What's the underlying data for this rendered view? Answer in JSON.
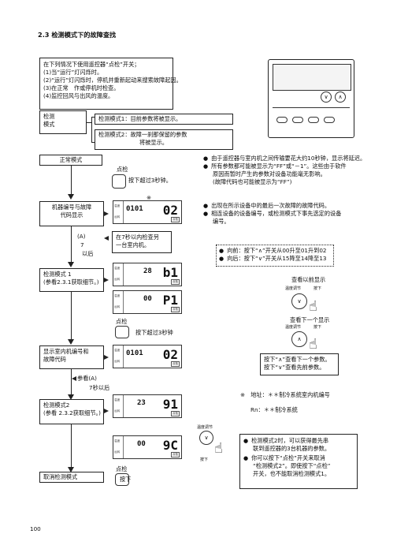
{
  "section_title": "2.3 检测模式下的故障查找",
  "intro": {
    "lines": [
      "在下列情况下使用遥控器“点检”开关；",
      "(1)当“运行”灯闪烁时。",
      "(2)“运行”灯闪烁时，停机并重新起动来搜索故障起因。",
      "(3)在正常　作或停机时检查。",
      "(4)监控回风与出风的温度。"
    ]
  },
  "detect_mode": {
    "label_line1": "检测",
    "label_line2": "模式",
    "mode1": "检测模式1：目前参数将被显示。",
    "mode2_line1": "检测模式2：故障一刹那保留的参数",
    "mode2_line2": "将被显示。"
  },
  "flow": {
    "normal": "正常模式",
    "press_inspect": "点检",
    "press_3s": "按下超过3秒钟。",
    "note_mark": "※",
    "machine_code_line1": "机器编号与故障",
    "machine_code_line2": "代码显示",
    "label_a": "(A)",
    "label_7s": "7",
    "label_after": "以后",
    "within_7s_line1": "在7秒以内检查另",
    "within_7s_line2": "一台室内机。",
    "check1_line1": "检测模式 1",
    "check1_line2": "(参看2.3.1获取细节。)",
    "press_inspect2": "点检",
    "press_3s_2": "按下超过3秒钟",
    "show_code_line1": "显示室内机编号和",
    "show_code_line2": "故障代码",
    "refer_a": "参看(A)",
    "after_7s": "7秒以后",
    "check2_line1": "检测模式2",
    "check2_line2": "(参看 2.3.2获取细节。)",
    "cancel": "取消检测模式",
    "press_inspect3": "点检",
    "press_only": "按下"
  },
  "notes": {
    "b1_line1": "由于遥控器与室内机之间传输要花大约10秒钟，显示将延迟。",
    "b2_line1": "所有参数都可能被显示为“FF”或“－1”。这些由于软件",
    "b2_line2": "原因而暂时产生的参数对设备功能毫无影响。",
    "b2_line3": "(故障代码也可能被显示为“FF”)",
    "b3": "出现在所示设备中的最后一次故障的故障代码。",
    "b4_line1": "相连设备的设备编号，或检测模式下事先选定的设备",
    "b4_line2": "编号。",
    "fwd": "向前：按下“∧”开关从00升至01升到02",
    "back": "向后：按下“∨”开关从15降至14降至13",
    "view_prev": "查看以前显示",
    "temp_adj": "温度调节",
    "press": "按下",
    "view_next": "查看下一个显示",
    "temp_adj2": "温度调节",
    "press2": "按下",
    "up_next": "按下“∧”查看下一个参数。",
    "down_prev": "按下“∨”查看先前参数。",
    "addr_line1": "※　地址：＊＊制冷系统室内机编号",
    "addr_line2": "Rn：＊＊制冷系统",
    "temp_adj3": "温度调节",
    "press3": "按下",
    "b5_line1": "检测模式2时，可以获得最先串",
    "b5_line2": "联到遥控器的3台机器的参数。",
    "b6_line1": "你可以按下“点检”开关来取消",
    "b6_line2": "“检测模式2”。即使按下“点检”",
    "b6_line3": "开关，也不能取消检测模式1。"
  },
  "lcd": {
    "d1": "0101",
    "d1b": "02",
    "d2": "28",
    "d2b": "b1",
    "d3": "00",
    "d3b": "P1",
    "d4": "0101",
    "d4b": "02",
    "d5": "23",
    "d5b": "91",
    "d6": "00",
    "d6b": "9C",
    "lbl_a": "温度",
    "lbl_b": "运转",
    "tag": "点检"
  },
  "page_number": "100"
}
